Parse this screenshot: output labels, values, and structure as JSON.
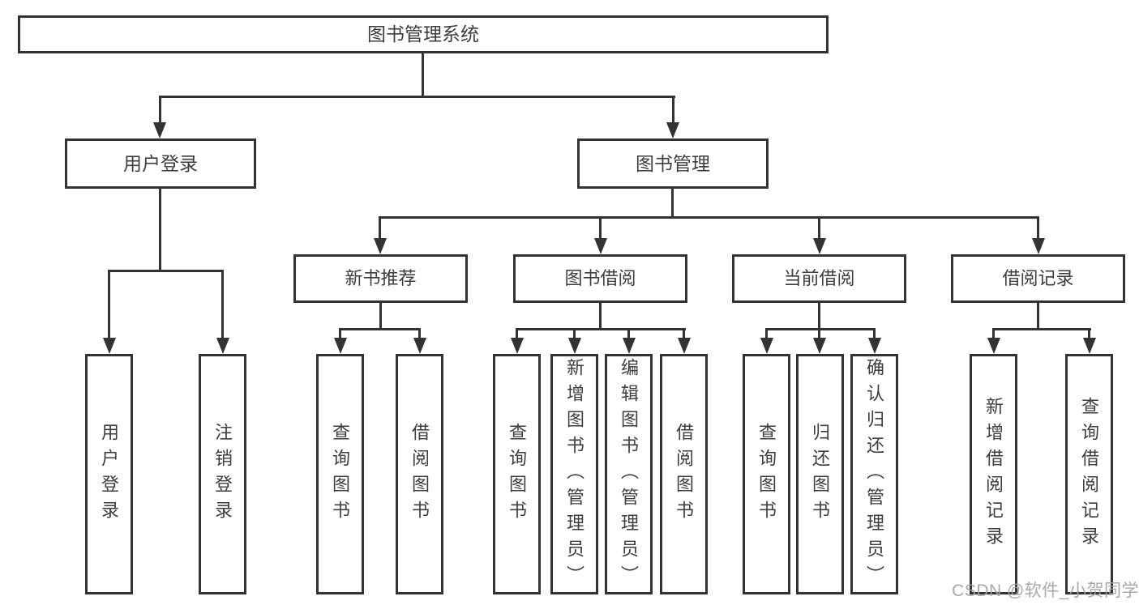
{
  "tree": {
    "root": {
      "label": "图书管理系统",
      "children": [
        {
          "label": "用户登录",
          "children": [
            {
              "label": "用户登录"
            },
            {
              "label": "注销登录"
            }
          ]
        },
        {
          "label": "图书管理",
          "children": [
            {
              "label": "新书推荐",
              "children": [
                {
                  "label": "查询图书"
                },
                {
                  "label": "借阅图书"
                }
              ]
            },
            {
              "label": "图书借阅",
              "children": [
                {
                  "label": "查询图书"
                },
                {
                  "label": "新增图书（管理员）"
                },
                {
                  "label": "编辑图书（管理员）"
                },
                {
                  "label": "借阅图书"
                }
              ]
            },
            {
              "label": "当前借阅",
              "children": [
                {
                  "label": "查询图书"
                },
                {
                  "label": "归还图书"
                },
                {
                  "label": "确认归还（管理员）"
                }
              ]
            },
            {
              "label": "借阅记录",
              "children": [
                {
                  "label": "新增借阅记录"
                },
                {
                  "label": "查询借阅记录"
                }
              ]
            }
          ]
        }
      ]
    }
  },
  "watermark": {
    "text": "CSDN @软件_小贺同学"
  },
  "colors": {
    "line": "#333333",
    "text": "#3d3d3d",
    "watermark": "#a2a2a2",
    "background": "#ffffff"
  }
}
